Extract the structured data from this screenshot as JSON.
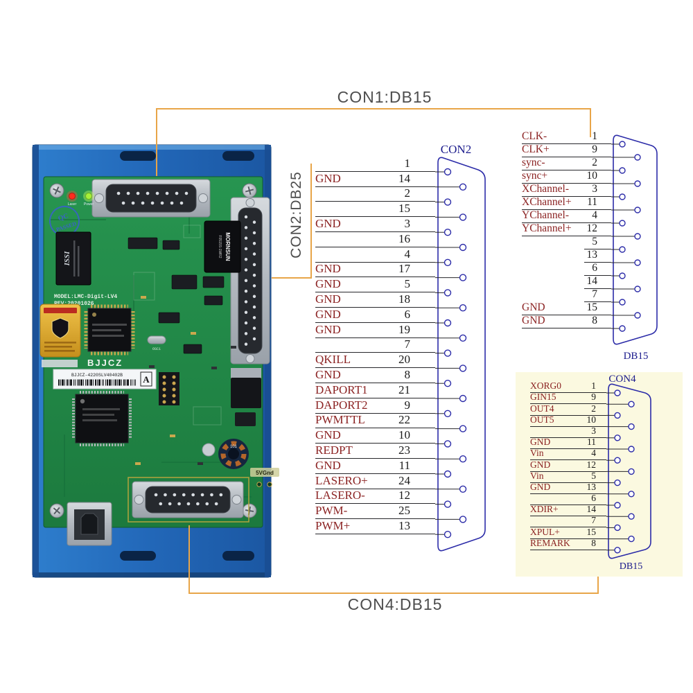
{
  "colors": {
    "accent": "#E8A548",
    "pin_label": "#8B2222",
    "wire": "#26262a",
    "connector": "#2B2BA8",
    "navy": "#1A1A8C",
    "title_gray": "#4D4D4D",
    "panel": "#FBF9E0"
  },
  "headings": {
    "con1": "CON1:DB15",
    "con2_side": "CON2:DB25",
    "con4": "CON4:DB15"
  },
  "con2": {
    "title": "CON2",
    "pins": [
      {
        "label": "",
        "num": "1"
      },
      {
        "label": "GND",
        "num": "14"
      },
      {
        "label": "",
        "num": "2"
      },
      {
        "label": "",
        "num": "15"
      },
      {
        "label": "GND",
        "num": "3"
      },
      {
        "label": "",
        "num": "16"
      },
      {
        "label": "",
        "num": "4"
      },
      {
        "label": "GND",
        "num": "17"
      },
      {
        "label": "GND",
        "num": "5"
      },
      {
        "label": "GND",
        "num": "18"
      },
      {
        "label": "GND",
        "num": "6"
      },
      {
        "label": "GND",
        "num": "19"
      },
      {
        "label": "",
        "num": "7"
      },
      {
        "label": "QKILL",
        "num": "20"
      },
      {
        "label": "GND",
        "num": "8"
      },
      {
        "label": "DAPORT1",
        "num": "21"
      },
      {
        "label": "DAPORT2",
        "num": "9"
      },
      {
        "label": "PWMTTL",
        "num": "22"
      },
      {
        "label": "GND",
        "num": "10"
      },
      {
        "label": "REDPT",
        "num": "23"
      },
      {
        "label": "GND",
        "num": "11"
      },
      {
        "label": "LASERO+",
        "num": "24"
      },
      {
        "label": "LASERO-",
        "num": "12"
      },
      {
        "label": "PWM-",
        "num": "25"
      },
      {
        "label": "PWM+",
        "num": "13"
      }
    ]
  },
  "con1": {
    "caption": "DB15",
    "pins": [
      {
        "label": "CLK-",
        "num": "1"
      },
      {
        "label": "CLK+",
        "num": "9"
      },
      {
        "label": "sync-",
        "num": "2"
      },
      {
        "label": "sync+",
        "num": "10"
      },
      {
        "label": "XChannel-",
        "num": "3"
      },
      {
        "label": "XChannel+",
        "num": "11"
      },
      {
        "label": "YChannel-",
        "num": "4"
      },
      {
        "label": "YChannel+",
        "num": "12"
      },
      {
        "label": "",
        "num": "5"
      },
      {
        "label": "",
        "num": "13"
      },
      {
        "label": "",
        "num": "6"
      },
      {
        "label": "",
        "num": "14"
      },
      {
        "label": "",
        "num": "7"
      },
      {
        "label": "GND",
        "num": "15"
      },
      {
        "label": "GND",
        "num": "8"
      }
    ]
  },
  "con4": {
    "title": "CON4",
    "caption": "DB15",
    "pins": [
      {
        "label": "XORG0",
        "num": "1"
      },
      {
        "label": "GIN15",
        "num": "9"
      },
      {
        "label": "OUT4",
        "num": "2"
      },
      {
        "label": "OUT5",
        "num": "10"
      },
      {
        "label": "",
        "num": "3"
      },
      {
        "label": "GND",
        "num": "11"
      },
      {
        "label": "Vin",
        "num": "4"
      },
      {
        "label": "GND",
        "num": "12"
      },
      {
        "label": "Vin",
        "num": "5"
      },
      {
        "label": "GND",
        "num": "13"
      },
      {
        "label": "",
        "num": "6"
      },
      {
        "label": "XDIR+",
        "num": "14"
      },
      {
        "label": "",
        "num": "7"
      },
      {
        "label": "XPUL+",
        "num": "15"
      },
      {
        "label": "REMARK",
        "num": "8"
      }
    ]
  },
  "board": {
    "model": "MODEL:LMC-Digit-LV4",
    "rev": "REV:20201026",
    "brand": "BJJCZ",
    "serial": "BJJCZ-4220SLV40402B",
    "rev_letter": "A",
    "qc_line1": "QC",
    "qc_line2": "PASSED",
    "chip_issi": "ISSI",
    "chip_mornsun": "MORNSUN",
    "chip_mornsun_pn": "F0515S-1WR2",
    "osc": "OSC1",
    "inductor_mark": "101",
    "note_5v": "5VGnd",
    "led_laser": "Laser",
    "led_power": "Power"
  }
}
